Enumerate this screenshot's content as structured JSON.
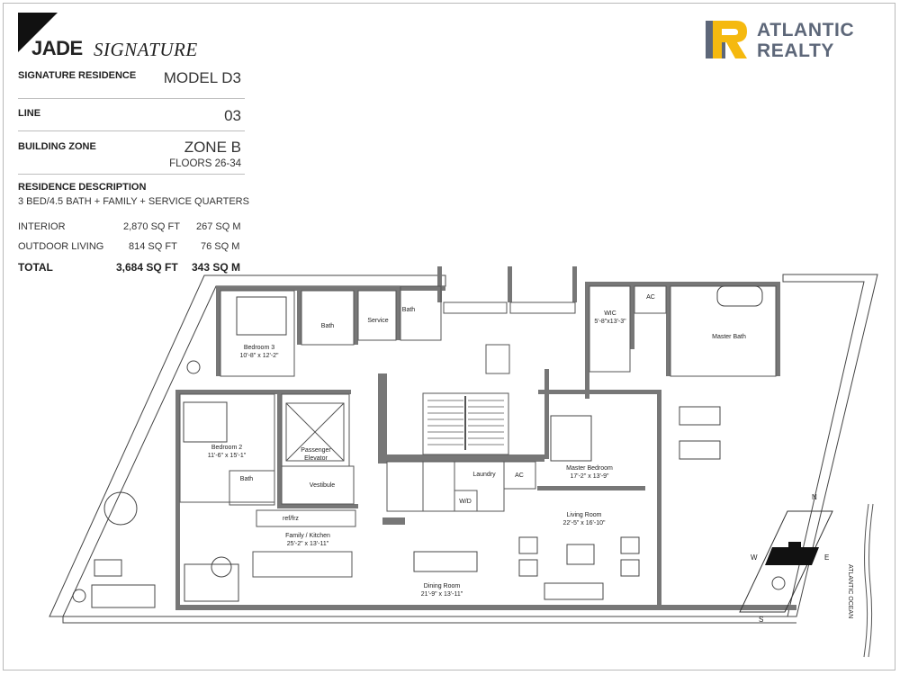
{
  "header": {
    "brand_bold": "JADE",
    "brand_italic": "SIGNATURE",
    "agency": {
      "line1": "ATLANTIC",
      "line2": "REALTY"
    },
    "colors": {
      "agency_yellow": "#f5b90f",
      "agency_blue": "#5d6779",
      "wall": "#777777"
    }
  },
  "info": {
    "residence_label": "SIGNATURE RESIDENCE",
    "model": "MODEL D3",
    "line_label": "LINE",
    "line": "03",
    "zone_label": "BUILDING ZONE",
    "zone": "ZONE B",
    "floors": "FLOORS 26-34"
  },
  "description": {
    "heading": "RESIDENCE DESCRIPTION",
    "text": "3 BED/4.5 BATH + FAMILY + SERVICE QUARTERS"
  },
  "areas": [
    {
      "label": "INTERIOR",
      "sqft": "2,870 SQ FT",
      "sqm": "267 SQ M",
      "bold": false
    },
    {
      "label": "OUTDOOR LIVING",
      "sqft": "814 SQ FT",
      "sqm": "76 SQ M",
      "bold": false
    },
    {
      "label": "TOTAL",
      "sqft": "3,684 SQ FT",
      "sqm": "343 SQ M",
      "bold": true
    }
  ],
  "rooms": {
    "bedroom3": {
      "name": "Bedroom 3",
      "dim": "10'-8\" x 12'-2\""
    },
    "bath_b3": "Bath",
    "service": "Service",
    "bath_service": "Bath",
    "wic": {
      "name": "WIC",
      "dim": "5'-8\"x13'-3\""
    },
    "ac_top": "AC",
    "master_bath": "Master Bath",
    "bedroom2": {
      "name": "Bedroom 2",
      "dim": "11'-6\" x 15'-1\""
    },
    "elevator": {
      "line1": "Passenger",
      "line2": "Elevator"
    },
    "bath_b2": "Bath",
    "vestibule": "Vestibule",
    "laundry": "Laundry",
    "ac_mid": "AC",
    "wd": "W/D",
    "master_bedroom": {
      "name": "Master Bedroom",
      "dim": "17'-2\" x 13'-9\""
    },
    "fridge": "ref/frz",
    "family_kitchen": {
      "name": "Family / Kitchen",
      "dim": "25'-2\" x 13'-11\""
    },
    "living_room": {
      "name": "Living Room",
      "dim": "22'-5\" x 16'-10\""
    },
    "dining_room": {
      "name": "Dining Room",
      "dim": "21'-9\" x 13'-11\""
    }
  },
  "compass": {
    "n": "N",
    "e": "E",
    "s": "S",
    "w": "W",
    "ocean": "ATLANTIC OCEAN"
  }
}
